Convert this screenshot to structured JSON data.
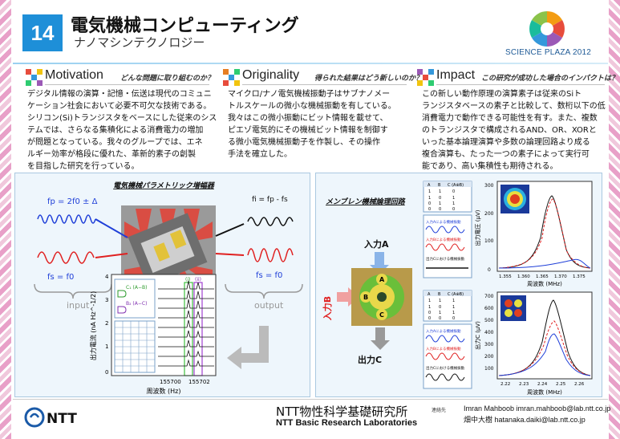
{
  "header": {
    "number": "14",
    "title": "電気機械コンピューティング",
    "subtitle": "ナノマシンテクノロジー",
    "event_logo_text": "SCIENCE PLAZA 2012"
  },
  "sections": {
    "motivation": {
      "title": "Motivation",
      "question": "どんな問題に取り組むのか？",
      "lines": [
        "デジタル情報の演算・記憶・伝送は現代のコミュニ",
        "ケーション社会において必要不可欠な技術である。",
        "シリコン(Si)トランジスタをベースにした従来のシス",
        "テムでは、さらなる集積化による消費電力の増加",
        "が問題となっている。我々のグループでは、エネ",
        "ルギー効率が格段に優れた、革新的素子の創製",
        "を目指した研究を行っている。"
      ]
    },
    "originality": {
      "title": "Originality",
      "question": "得られた結果はどう新しいのか？",
      "lines": [
        "マイクロ/ナノ電気機械振動子はサブナノメー",
        "トルスケールの微小な機械振動を有している。",
        "我々はこの微小振動にビット情報を載せて、",
        "ピエゾ電気的にその機械ビット情報を制御す",
        "る微小電気機械振動子を作製し、その操作",
        "手法を確立した。"
      ]
    },
    "impact": {
      "title": "Impact",
      "question": "この研究が成功した場合のインパクトは？",
      "lines": [
        "この新しい動作原理の演算素子は従来のSiト",
        "ランジスタベースの素子と比較して、数桁以下の低",
        "消費電力で動作できる可能性を有す。また、複数",
        "のトランジスタで構成されるAND、OR、XORと",
        "いった基本論理演算や多数の論理回路より成る",
        "複合演算も、たった一つの素子によって実行可",
        "能であり、高い集積性も期待される。"
      ]
    }
  },
  "figure_left": {
    "title": "電気機械パラメトリック増幅器",
    "fp_label": "fp = 2f0 ± Δ",
    "fs_label": "fs = f0",
    "fi_label": "fi = fp - fs",
    "fs_out_label": "fs = f0",
    "input_label": "input",
    "output_label": "output",
    "ylabel": "出力電流 (nA Hz^-1/2)",
    "xlabel": "周波数 (Hz)",
    "ytick_labels": [
      "4",
      "3",
      "2",
      "1",
      "0"
    ],
    "xtick_labels": [
      "155700",
      "155702"
    ],
    "legend_items": [
      "C₁ (A−B)",
      "B₂ (A−C)"
    ],
    "marker_labels": [
      "(i)",
      "(ii)"
    ]
  },
  "figure_right": {
    "title": "メンブレン機械論理回路",
    "input_a": "入力A",
    "input_b": "入力B",
    "output_c": "出力C",
    "node_labels": [
      "A",
      "B",
      "C"
    ],
    "truth_table_headers": [
      "A",
      "B",
      "C (A⊕B)"
    ],
    "truth_table_top": [
      [
        "1",
        "1",
        "0"
      ],
      [
        "1",
        "0",
        "1"
      ],
      [
        "0",
        "1",
        "1"
      ],
      [
        "0",
        "0",
        "0"
      ]
    ],
    "truth_table_bottom": [
      [
        "1",
        "1",
        "1"
      ],
      [
        "1",
        "0",
        "1"
      ],
      [
        "0",
        "1",
        "1"
      ],
      [
        "0",
        "0",
        "0"
      ]
    ],
    "wave_labels_top": [
      "入力Aによる機械振動",
      "入力Bによる機械振動",
      "出力Cにおける機械振動"
    ],
    "wave_labels_bottom": [
      "入力Aによる機械振動",
      "入力Bによる機械振動",
      "出力Cにおける機械振動"
    ],
    "plot_top": {
      "ylabel": "出力電圧 (μV)",
      "xlabel": "周波数 (MHz)",
      "ytick_labels": [
        "300",
        "200",
        "100",
        "0"
      ],
      "xtick_labels": [
        "1.355",
        "1.360",
        "1.365",
        "1.370",
        "1.375"
      ]
    },
    "plot_bottom": {
      "ylabel": "出力C (μV)",
      "xlabel": "周波数 (MHz)",
      "ytick_labels": [
        "700",
        "600",
        "500",
        "400",
        "300",
        "200",
        "100"
      ],
      "xtick_labels": [
        "2.22",
        "2.23",
        "2.24",
        "2.25",
        "2.26"
      ]
    }
  },
  "footer": {
    "logo_text": "NTT",
    "lab_name_jp": "NTT物性科学基礎研究所",
    "lab_name_en": "NTT Basic Research Laboratories",
    "contact_label": "連絡先",
    "contact1": "Imran Mahboob  imran.mahboob@lab.ntt.co.jp",
    "contact2": "畑中大樹  hatanaka.daiki@lab.ntt.co.jp"
  }
}
